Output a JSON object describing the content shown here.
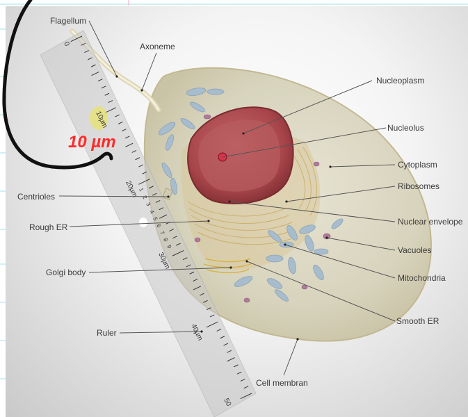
{
  "labels": {
    "flagellum": "Flagellum",
    "axoneme": "Axoneme",
    "nucleoplasm": "Nucleoplasm",
    "nucleolus": "Nucleolus",
    "cytoplasm": "Cytoplasm",
    "ribosomes": "Ribosomes",
    "centrioles": "Centrioles",
    "nuclear_envelope": "Nuclear envelope",
    "rough_er": "Rough ER",
    "vacuoles": "Vacuoles",
    "mitochondria": "Mitochondria",
    "golgi_body": "Golgi body",
    "smooth_er": "Smooth ER",
    "ruler": "Ruler",
    "cell_membrane": "Cell membran"
  },
  "ruler": {
    "major_ticks": [
      "0",
      "10µm",
      "20µm",
      "30µm",
      "40µm",
      "50"
    ],
    "minor_digits": [
      "1",
      "2",
      "3",
      "4",
      "5",
      "6",
      "7",
      "8",
      "9"
    ]
  },
  "annotation": {
    "handwritten": "10 µm"
  },
  "colors": {
    "nucleus": "#a8454a",
    "cytoplasm": "#d8d4c0",
    "mitochondria": "#9fb6c8",
    "ink_black": "#111111",
    "ink_red": "#ff2a2a",
    "highlight": "#e6e27a"
  }
}
